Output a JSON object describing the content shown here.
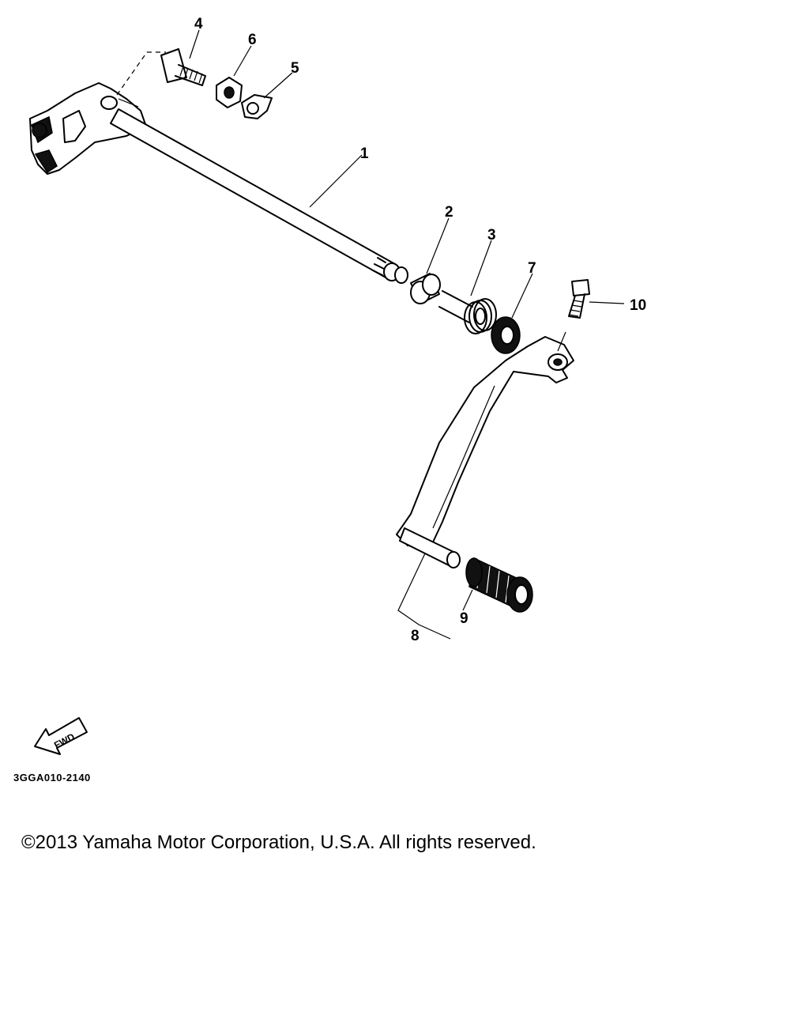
{
  "diagram": {
    "callouts": {
      "p1": "1",
      "p2": "2",
      "p3": "3",
      "p4": "4",
      "p5": "5",
      "p6": "6",
      "p7": "7",
      "p8": "8",
      "p9": "9",
      "p10": "10"
    },
    "fwd_label": "FWD",
    "figure_code": "3GGA010-2140"
  },
  "footer": {
    "copyright": "©2013 Yamaha Motor Corporation, U.S.A. All rights reserved."
  }
}
